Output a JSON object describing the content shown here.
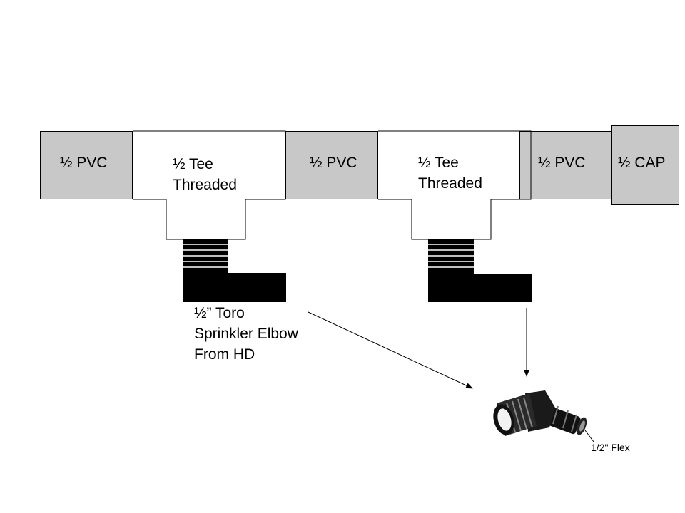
{
  "parts": {
    "pvc1": "½ PVC",
    "tee1": "½ Tee\nThreaded",
    "pvc2": "½ PVC",
    "tee2": "½ Tee\nThreaded",
    "pvc3": "½ PVC",
    "cap": "½ CAP"
  },
  "elbow_label": "½” Toro\nSprinkler Elbow\nFrom HD",
  "flex_label": "1/2\" Flex",
  "colors": {
    "pvc": "#c8c8c8",
    "line": "#000000",
    "fill": "#000000"
  }
}
